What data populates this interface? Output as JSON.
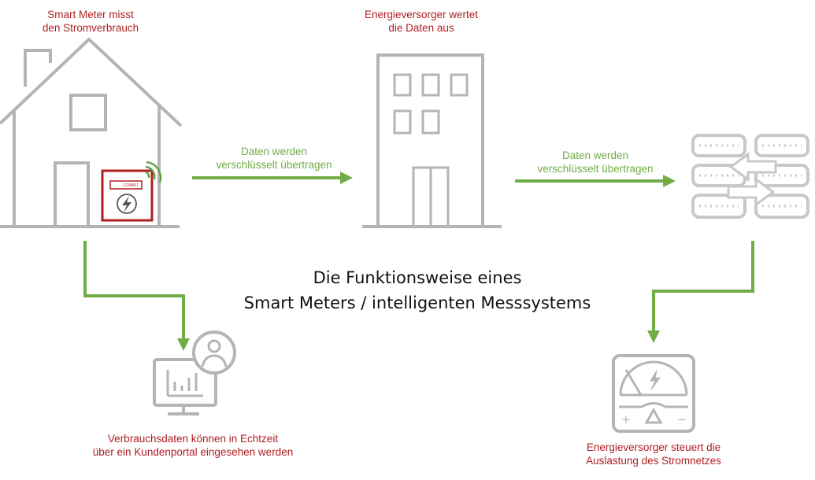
{
  "title": {
    "line1": "Die Funktionsweise eines",
    "line2": "Smart Meters / intelligenten Messsystems"
  },
  "captions": {
    "house": [
      "Smart Meter misst",
      "den Stromverbrauch"
    ],
    "office": [
      "Energieversorger wertet",
      "die Daten aus"
    ],
    "portal": [
      "Verbrauchsdaten können in Echtzeit",
      "über ein Kundenportal eingesehen werden"
    ],
    "grid": [
      "Energieversorger steuert die",
      "Auslastung des Stromnetzes"
    ]
  },
  "arrow_labels": {
    "first": [
      "Daten werden",
      "verschlüsselt übertragen"
    ],
    "second": [
      "Daten werden",
      "verschlüsselt übertragen"
    ]
  },
  "meter": {
    "counter": "1234567"
  },
  "gauge": {
    "plus": "+",
    "minus": "−"
  },
  "colors": {
    "accent_red": "#b01e22",
    "arrow_green": "#70ad47",
    "icon_gray": "#b4b4b4"
  }
}
